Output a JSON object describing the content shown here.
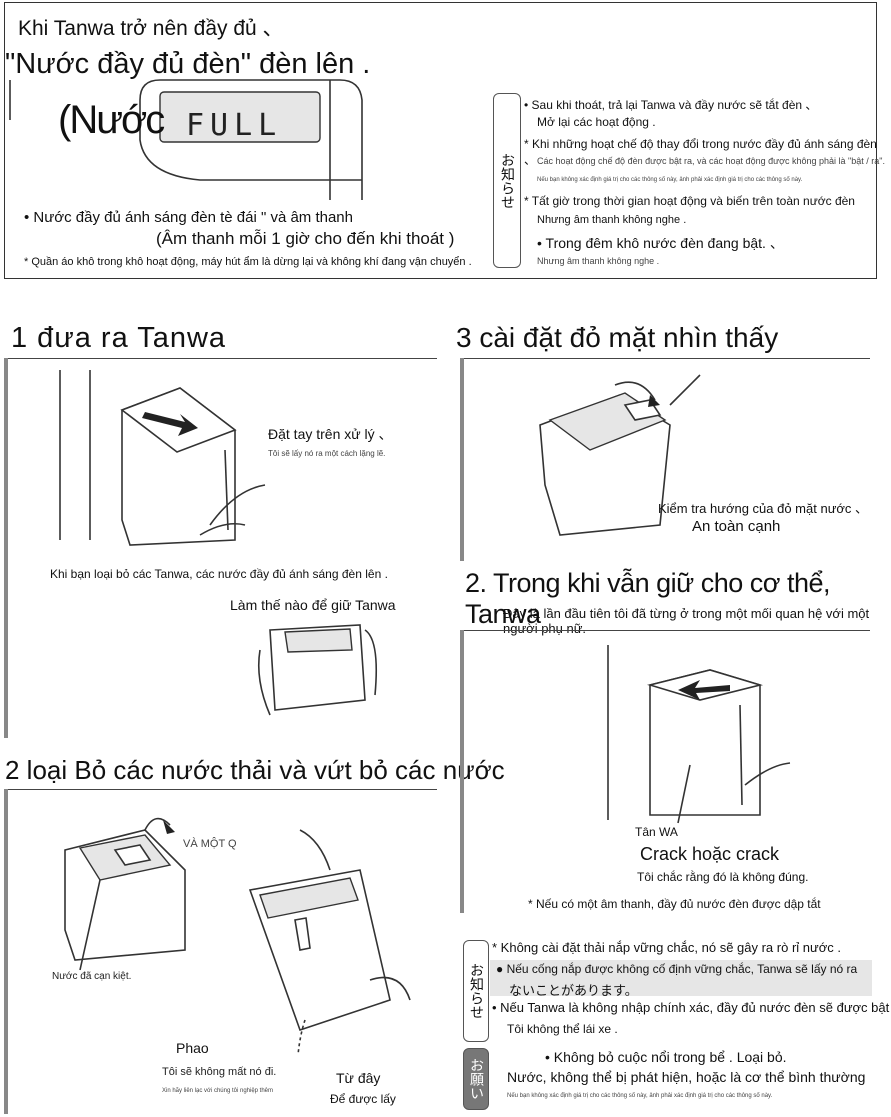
{
  "top": {
    "line1": "Khi Tanwa trở nên đầy đủ 、",
    "line2": "\"Nước đầy đủ đèn\" đèn lên .",
    "display_label": "(Nước",
    "display_text": "FULL",
    "bullet1": "• Nước đầy đủ ánh sáng đèn tè đái \" và âm thanh",
    "bullet1b": "(Âm thanh mỗi 1 giờ cho đến khi thoát )",
    "note": "* Quần áo khô trong khô hoạt động, máy hút ẩm là dừng lại và không khí đang vận chuyển ."
  },
  "notice": {
    "tab": "お知らせ",
    "l1": "• Sau khi thoát, trả lại Tanwa và đầy nước sẽ tắt đèn 、",
    "l2": "Mở lại các hoạt động .",
    "l3": "* Khi những hoạt chế độ thay đổi trong nước đầy đủ ánh sáng đèn 、",
    "l4": "Các hoạt động chế độ đèn được bật ra, và các hoạt động được không phải là \"bật / ra\".",
    "l5": "Nếu bạn không xác định giá trị cho các thông số này, ảnh phải xác định giá trị cho các thông số này.",
    "l6": "* Tất giờ trong thời gian hoạt động và biến trên toàn nước đèn",
    "l7": "Nhưng âm thanh không nghe .",
    "l8": "• Trong đêm khô nước đèn đang bật. 、",
    "l9": "Nhưng âm thanh không nghe ."
  },
  "step1": {
    "title": "1 đưa ra Tanwa",
    "label1": "Đặt tay trên xử lý 、",
    "label1b": "Tôi sẽ lấy nó ra một cách lặng lẽ.",
    "caption": "Khi bạn loại bỏ các Tanwa, các nước đầy đủ ánh sáng đèn lên .",
    "hold": "Làm thế nào để giữ Tanwa"
  },
  "step2": {
    "title": "2 loại Bỏ các nước thải và vứt bỏ các nước",
    "open": "VÀ MỘT Q",
    "drained": "Nước đã cạn kiệt.",
    "float": "Phao",
    "float_note": "Tôi sẽ không mất nó đi.",
    "float_note2": "Xin hãy liên lạc với chúng tôi nghiệp thêm",
    "from_here": "Từ đây",
    "from_here2": "Để được lấy"
  },
  "step3": {
    "title": "3 cài đặt đỏ mặt nhìn thấy",
    "check": "Kiểm tra hướng của đỏ mặt nước 、",
    "safe": "An toàn cạnh"
  },
  "step2b": {
    "title": "2. Trong khi vẫn giữ cho cơ thể, Tanwa",
    "subtitle": "Đây là lần đầu tiên tôi đã từng ở trong một mối quan hệ với một người phụ nữ.",
    "tank": "Tân WA",
    "crack": "Crack hoặc crack",
    "sure": "Tôi chắc rằng đó là không đúng.",
    "sound": "* Nếu có một âm thanh, đầy đủ nước đèn được dập tắt"
  },
  "notice2": {
    "tab": "お知らせ",
    "l1": "* Không cài đặt thải nắp vững chắc, nó sẽ gây ra rò rỉ nước .",
    "l2": "● Nếu cống nắp được không cố định vững chắc, Tanwa sẽ lấy nó ra",
    "l3": "ないことがあります。",
    "l4": "• Nếu Tanwa là không nhập chính xác, đầy đủ nước đèn sẽ được bật",
    "l5": "Tôi không thể lái xe ."
  },
  "request": {
    "tab": "お願い",
    "l1": "• Không bỏ cuộc nổi trong bể . Loại bỏ.",
    "l2": "Nước, không thể bị phát hiện, hoặc là cơ thể bình thường",
    "l3": "Nếu bạn không xác định giá trị cho các thông số này, ảnh phải xác định giá trị cho các thông số này."
  }
}
